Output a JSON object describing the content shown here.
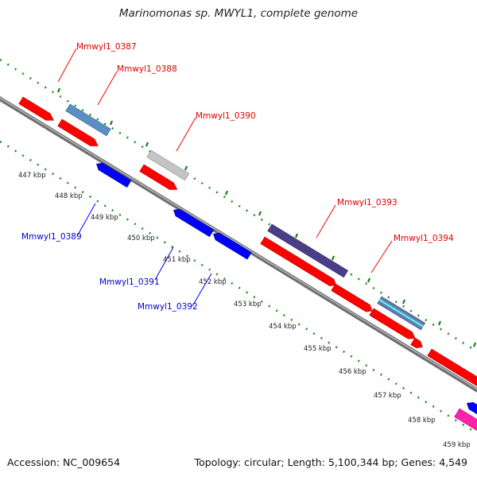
{
  "title": "Marinomonas sp. MWYL1, complete genome",
  "footer": {
    "accession": "Accession: NC_009654",
    "summary": "Topology: circular; Length: 5,100,344 bp; Genes: 4,549"
  },
  "colors": {
    "forward_gene": "#ff0000",
    "reverse_gene": "#0000ff",
    "forward_label": "#e00000",
    "reverse_label": "#0000cc",
    "backbone": "#8c8c8c",
    "tick_marks": "#228b22"
  },
  "kbp_ticks": [
    "447 kbp",
    "448 kbp",
    "449 kbp",
    "450 kbp",
    "451 kbp",
    "452 kbp",
    "453 kbp",
    "454 kbp",
    "455 kbp",
    "456 kbp",
    "457 kbp",
    "458 kbp",
    "459 kbp"
  ],
  "gene_labels": [
    {
      "name": "Mmwyl1_0387",
      "strand": "forward"
    },
    {
      "name": "Mmwyl1_0388",
      "strand": "forward"
    },
    {
      "name": "Mmwyl1_0389",
      "strand": "reverse"
    },
    {
      "name": "Mmwyl1_0390",
      "strand": "forward"
    },
    {
      "name": "Mmwyl1_0391",
      "strand": "reverse"
    },
    {
      "name": "Mmwyl1_0392",
      "strand": "reverse"
    },
    {
      "name": "Mmwyl1_0393",
      "strand": "forward"
    },
    {
      "name": "Mmwyl1_0394",
      "strand": "forward"
    }
  ]
}
